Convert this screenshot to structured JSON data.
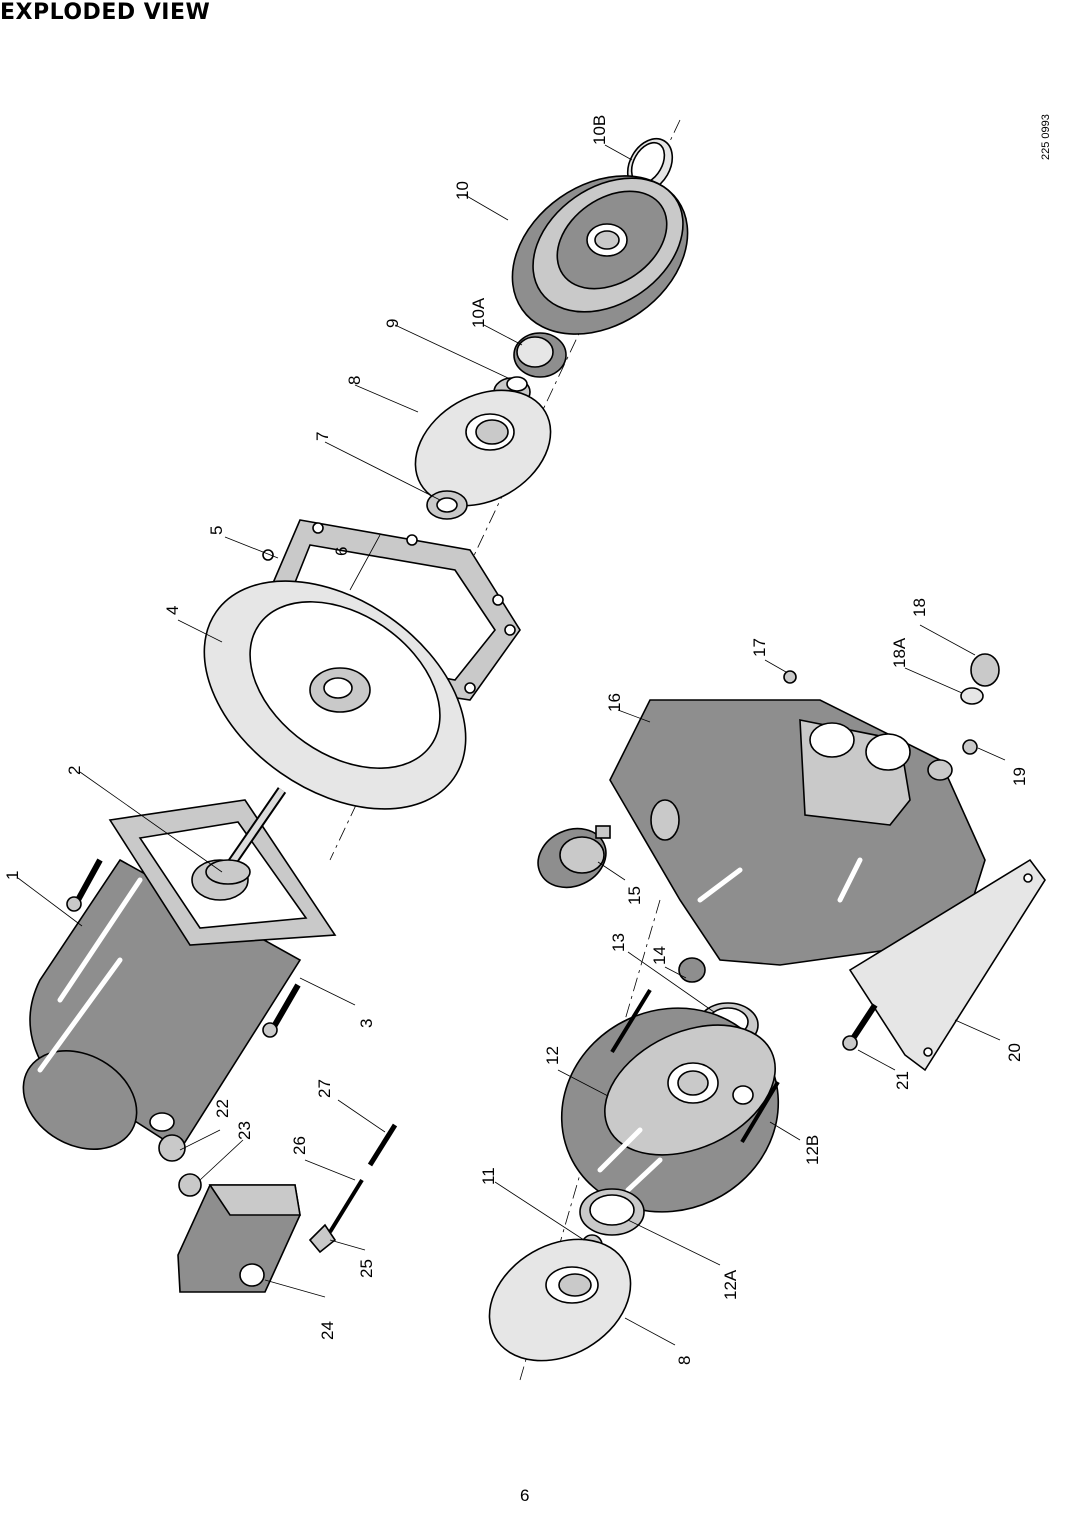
{
  "heading": "EXPLODED VIEW",
  "reference_code": "225 0993",
  "page_number": "6",
  "callouts": {
    "p1": "1",
    "p2": "2",
    "p3": "3",
    "p4": "4",
    "p5": "5",
    "p6": "6",
    "p7": "7",
    "p8a": "8",
    "p8b": "8",
    "p9": "9",
    "p10": "10",
    "p10a": "10A",
    "p10b": "10B",
    "p11": "11",
    "p12": "12",
    "p12a": "12A",
    "p12b": "12B",
    "p13": "13",
    "p14": "14",
    "p15": "15",
    "p16": "16",
    "p17": "17",
    "p18": "18",
    "p18a": "18A",
    "p19": "19",
    "p20": "20",
    "p21": "21",
    "p22": "22",
    "p23": "23",
    "p24": "24",
    "p25": "25",
    "p26": "26",
    "p27": "27"
  }
}
